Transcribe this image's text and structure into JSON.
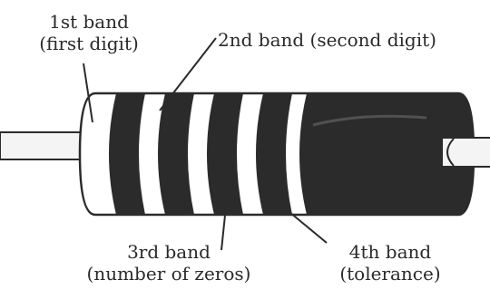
{
  "labels": {
    "band1": {
      "line1": "1st band",
      "line2": "(first digit)"
    },
    "band2": {
      "line1": "2nd band (second digit)"
    },
    "band3": {
      "line1": "3rd band",
      "line2": "(number of zeros)"
    },
    "band4": {
      "line1": "4th band",
      "line2": "(tolerance)"
    }
  },
  "colors": {
    "ink": "#2b2b2b",
    "paper": "#ffffff",
    "lead": "#f4f4f4"
  }
}
